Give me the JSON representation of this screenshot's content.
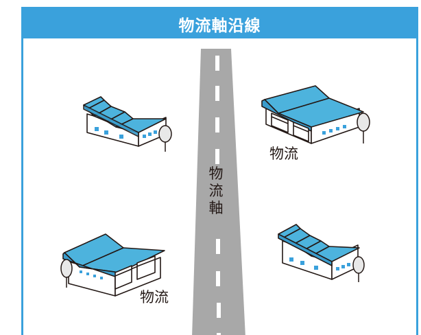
{
  "header": {
    "title": "物流軸沿線"
  },
  "road": {
    "label_chars": [
      "物",
      "流",
      "軸"
    ]
  },
  "warehouse_labels": {
    "top_right": "物流",
    "bottom_left": "物流"
  },
  "colors": {
    "accent": "#3aa1dc",
    "roof": "#4db3dd",
    "road": "#a8a8a8",
    "wall": "#ffffff",
    "outline": "#231815",
    "window": "#3aa1dc",
    "tree": "#e8e8e8"
  },
  "icons": [
    "factory-building-icon",
    "warehouse-building-icon",
    "tree-icon",
    "road-icon"
  ]
}
